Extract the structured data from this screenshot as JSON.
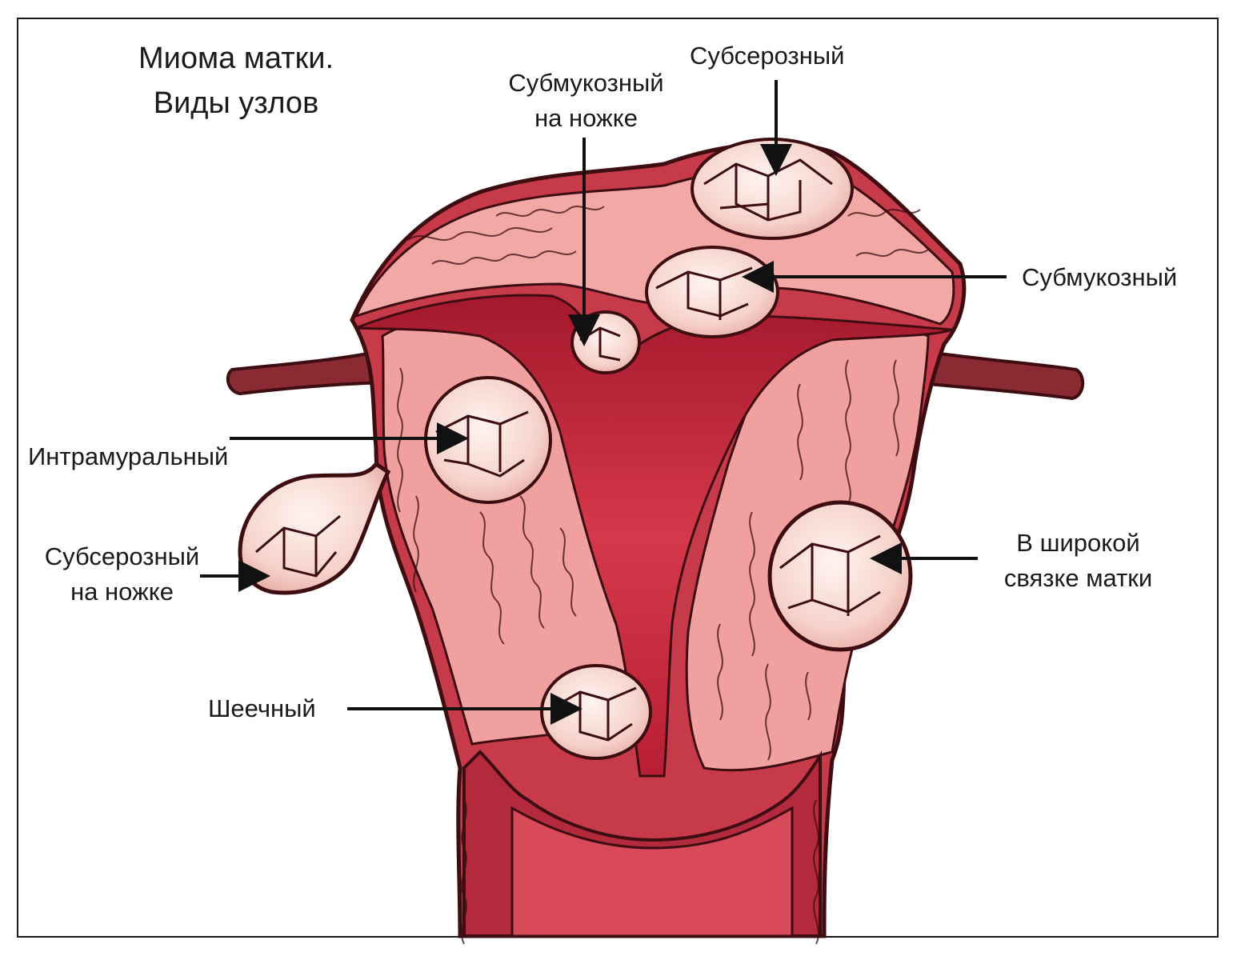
{
  "title": {
    "line1": "Миома матки.",
    "line2": "Виды узлов"
  },
  "labels": {
    "subserous": "Субсерозный",
    "submucous_pedunculated": {
      "line1": "Субмукозный",
      "line2": "на ножке"
    },
    "submucous": "Субмукозный",
    "intramural": "Интрамуральный",
    "subserous_pedunculated": {
      "line1": "Субсерозный",
      "line2": "на ножке"
    },
    "broad_ligament": {
      "line1": "В широкой",
      "line2": "связке матки"
    },
    "cervical": "Шеечный"
  },
  "colors": {
    "outline": "#4a1218",
    "tissue_light": "#f2a9a6",
    "tissue_mid": "#e37d7c",
    "cavity": "#c0283a",
    "cavity_dark": "#8e1428",
    "node_fill": "#f8dcd6",
    "tube": "#8a2a32",
    "arrow": "#111111"
  }
}
